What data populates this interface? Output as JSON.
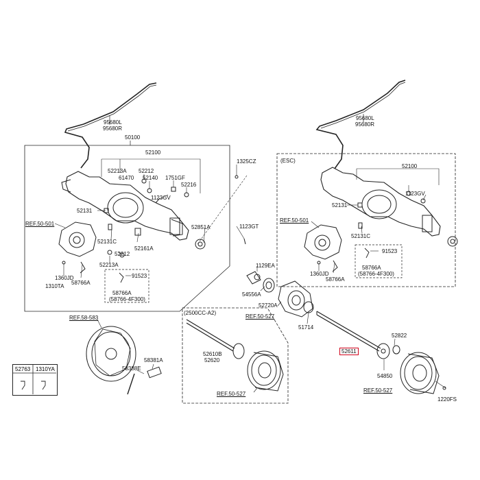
{
  "labels": {
    "p_95680L_l": "95680L",
    "p_95680R_l": "95680R",
    "p_50100": "50100",
    "p_52100_l": "52100",
    "p_52213A_1": "52213A",
    "p_61470": "61470",
    "p_52212_1": "52212",
    "p_52140": "52140",
    "p_1751GF": "1751GF",
    "p_52216": "52216",
    "p_1325CZ": "1325CZ",
    "p_1123GV_l": "1123GV",
    "p_52131_l": "52131",
    "ref_50_501_l": "REF.50-501",
    "p_52131C_l": "52131C",
    "p_52212_2": "52212",
    "p_52161A": "52161A",
    "p_52851A": "52851A",
    "p_1123GT": "1123GT",
    "p_52213A_2": "52213A",
    "p_1360JD_l": "1360JD",
    "p_58766A_l": "58766A",
    "p_1310TA": "1310TA",
    "p_91523_l": "91523",
    "p_58766A_box_l": "58766A",
    "p_58766_4F300_l": "(58766-4F300)",
    "p_1129EA": "1129EA",
    "p_54556A": "54556A",
    "p_52720A": "52720A",
    "ref_50_527_mid": "REF.50-527",
    "p_51714": "51714",
    "esc_title": "(ESC)",
    "p_95680L_r": "95680L",
    "p_95680R_r": "95680R",
    "p_52100_r": "52100",
    "p_1123GV_r": "1123GV",
    "p_52131_r": "52131",
    "ref_50_501_r": "REF.50-501",
    "p_52131C_r": "52131C",
    "p_91523_r": "91523",
    "p_58766A_box_r": "58766A",
    "p_58766_4F300_r": "(58766-4F300)",
    "p_1360JD_r": "1360JD",
    "p_58766A_r": "58766A",
    "ref_58_583": "REF.58-583",
    "p_58381A": "58381A",
    "p_58388E": "58388E",
    "cc_title": "(2500CC-A2)",
    "p_52610B": "52610B",
    "p_52620": "52620",
    "ref_50_527_lower": "REF.50-527",
    "p_52822": "52822",
    "p_52611": "52611",
    "p_54850": "54850",
    "ref_50_527_right": "REF.50-527",
    "p_1220FS": "1220FS"
  },
  "table": {
    "h1": "52763",
    "h2": "1310YA"
  }
}
